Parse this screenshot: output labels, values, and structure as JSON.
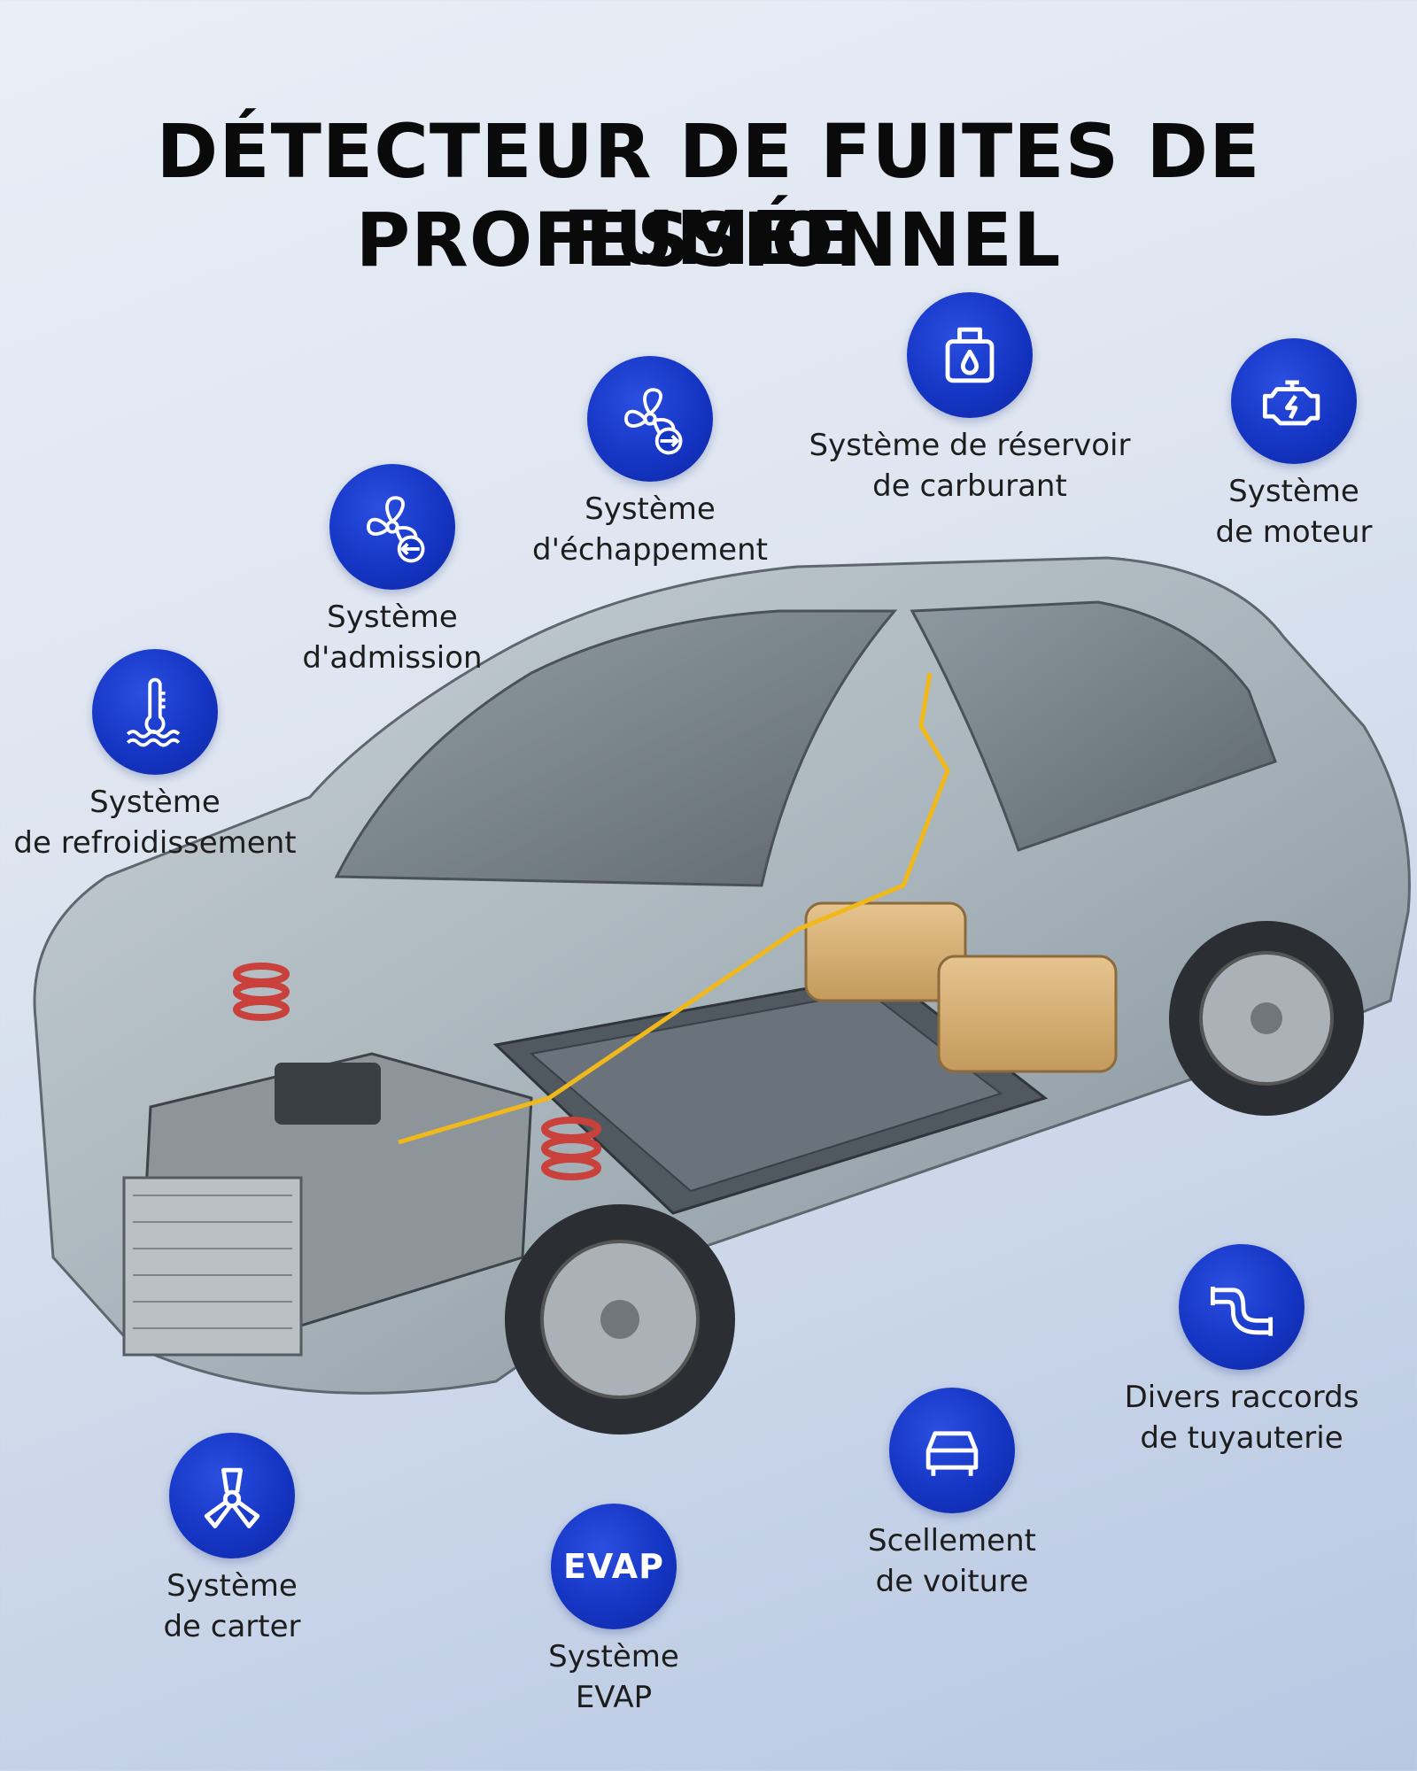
{
  "title": {
    "line1": "DÉTECTEUR DE FUITES DE FUMÉE",
    "line2": "PROFESSIONNEL"
  },
  "features": {
    "admission": {
      "line1": "Système",
      "line2": "d'admission",
      "icon": "intake-fan-icon"
    },
    "echappement": {
      "line1": "Système",
      "line2": "d'échappement",
      "icon": "exhaust-fan-icon"
    },
    "reservoir": {
      "line1": "Système de réservoir",
      "line2": "de carburant",
      "icon": "fuel-tank-icon"
    },
    "moteur": {
      "line1": "Système",
      "line2": "de moteur",
      "icon": "engine-icon"
    },
    "refroidissement": {
      "line1": "Système",
      "line2": "de refroidissement",
      "icon": "coolant-thermometer-icon"
    },
    "raccords": {
      "line1": "Divers raccords",
      "line2": "de tuyauterie",
      "icon": "pipe-icon"
    },
    "carter": {
      "line1": "Système",
      "line2": "de carter",
      "icon": "crankcase-icon"
    },
    "evap": {
      "badge": "EVAP",
      "line1": "Système",
      "line2": "EVAP",
      "icon": "evap-icon"
    },
    "scellement": {
      "line1": "Scellement",
      "line2": "de voiture",
      "icon": "car-seal-icon"
    }
  },
  "colors": {
    "badge": "#1535c4",
    "text": "#1d1d1d",
    "title": "#0a0a0a"
  }
}
